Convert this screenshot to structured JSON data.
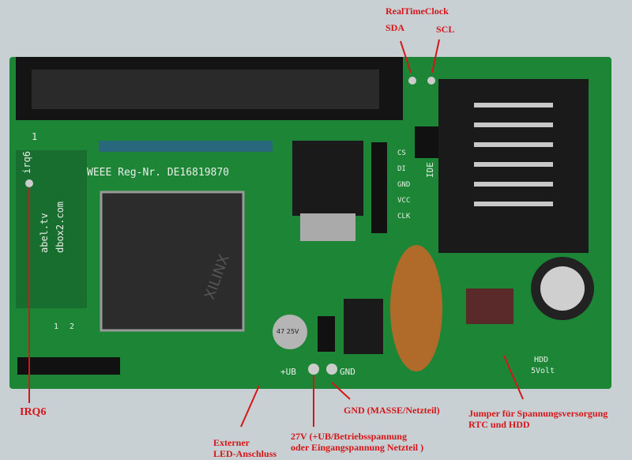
{
  "annotations": {
    "rtc": "RealTimeClock",
    "sda": "SDA",
    "scl": "SCL",
    "irq6": "IRQ6",
    "led_line1": "Externer",
    "led_line2": "LED-Anschluss",
    "power_line1": "27V (+UB/Betriebsspannung",
    "power_line2": "oder Eingangspannung Netzteil )",
    "gnd": "GND (MASSE/Netzteil)",
    "jumper_line1": "Jumper für Spannungsversorgung",
    "jumper_line2": "RTC und HDD"
  },
  "board_silkscreen": {
    "weee": "WEEE Reg-Nr. DE16819870",
    "site1": "abel.tv",
    "site2": "dbox2.com",
    "irq": "irq6",
    "ide": "IDE",
    "cs": "CS",
    "di": "DI",
    "gnd_pin": "GND",
    "vcc": "VCC",
    "clk": "CLK",
    "ub": "+UB",
    "gnd": "GND",
    "hdd": "HDD",
    "hdd_volt": "5Volt",
    "pin1": "1",
    "pin_a": "1",
    "pin_b": "2",
    "cap": "47 25V",
    "chip": "XILINX"
  },
  "colors": {
    "annotation": "#d4161a",
    "board": "#1f8a3a",
    "background": "#c9d0d4"
  }
}
